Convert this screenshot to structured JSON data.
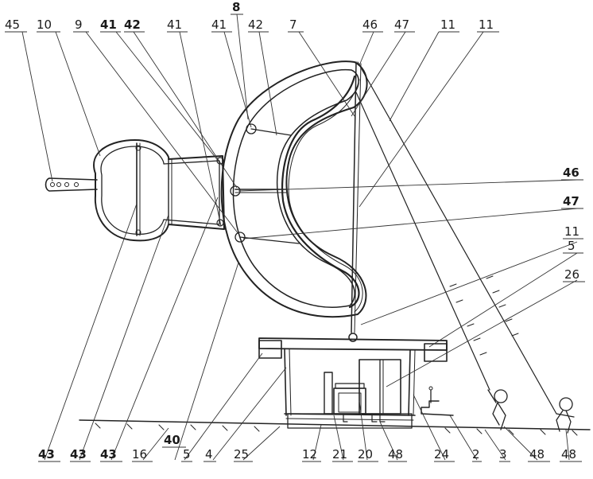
{
  "labels": {
    "top": [
      "45",
      "10",
      "9",
      "41",
      "42",
      "41",
      "41",
      "42",
      "8",
      "7",
      "46",
      "47",
      "11",
      "11"
    ],
    "right": [
      "46",
      "47",
      "11",
      "5",
      "26"
    ],
    "bottom": [
      "43",
      "43",
      "43",
      "16",
      "40",
      "5",
      "4",
      "25",
      "12",
      "21",
      "20",
      "48",
      "24",
      "2",
      "3",
      "48",
      "48"
    ]
  },
  "colors": {
    "ink": "#222222",
    "paper": "#ffffff"
  }
}
